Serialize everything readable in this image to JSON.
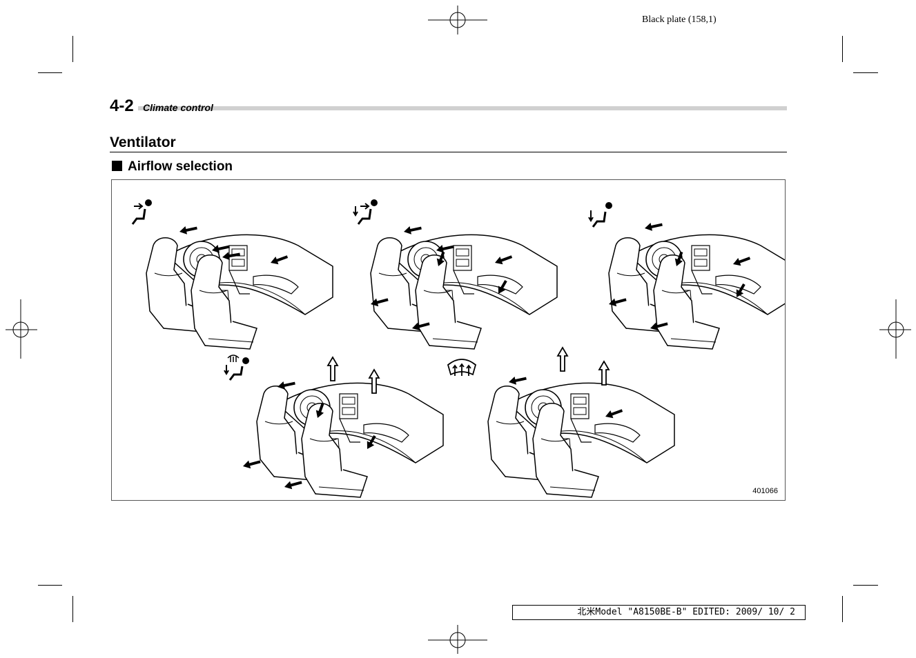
{
  "plate": "Black plate (158,1)",
  "section": {
    "number": "4-2",
    "title": "Climate control"
  },
  "heading": "Ventilator",
  "subheading": "Airflow selection",
  "figure": {
    "id": "401066",
    "modes": [
      {
        "icon": "face-vent-icon"
      },
      {
        "icon": "bi-level-vent-icon"
      },
      {
        "icon": "foot-vent-icon"
      },
      {
        "icon": "foot-defrost-vent-icon"
      },
      {
        "icon": "defrost-vent-icon"
      }
    ]
  },
  "footer": "北米Model \"A8150BE-B\" EDITED: 2009/ 10/ 2"
}
